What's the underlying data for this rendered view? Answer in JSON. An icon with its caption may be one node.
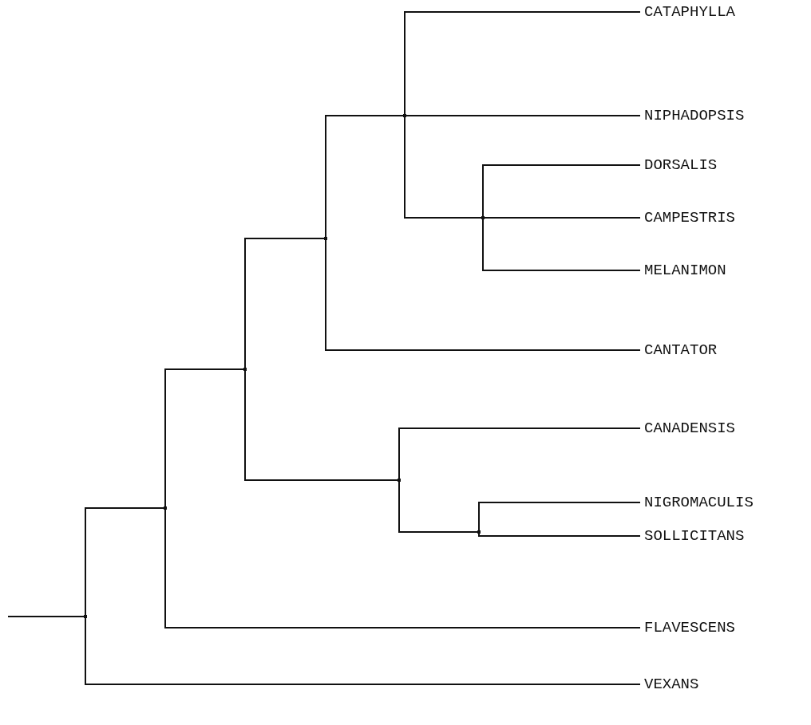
{
  "diagram": {
    "nodes": [
      {
        "text": [
          "CATAPHYLLA"
        ]
      },
      {
        "text": [
          "NIPHADOPSIS"
        ]
      },
      {
        "text": [
          "DORSALIS"
        ]
      },
      {
        "text": [
          "CAMPESTRIS"
        ]
      },
      {
        "text": [
          "MELANIMON"
        ]
      },
      {
        "text": [
          "CANTATOR"
        ]
      },
      {
        "text": [
          "CANADENSIS"
        ]
      },
      {
        "text": [
          "NIGROMACULIS"
        ]
      },
      {
        "text": [
          "SOLLICITANS"
        ]
      },
      {
        "text": [
          "FLAVESCENS"
        ]
      },
      {
        "text": [
          "VEXANS"
        ]
      },
      {
        "text": [],
        "shape": "point"
      },
      {
        "text": [],
        "shape": "point"
      },
      {
        "text": [],
        "shape": "point"
      },
      {
        "text": [],
        "shape": "point"
      },
      {
        "text": [],
        "shape": "point"
      },
      {
        "text": [],
        "shape": "point"
      },
      {
        "text": [],
        "shape": "point"
      },
      {
        "text": [],
        "shape": "point"
      }
    ],
    "edges": [
      {
        "from": null,
        "to": 11,
        "arrow": "none"
      },
      {
        "from": 11,
        "to": 12,
        "arrow": "none"
      },
      {
        "from": 11,
        "to": 10,
        "arrow": "none"
      },
      {
        "from": 12,
        "to": 13,
        "arrow": "none"
      },
      {
        "from": 12,
        "to": 9,
        "arrow": "none"
      },
      {
        "from": 13,
        "to": 14,
        "arrow": "none"
      },
      {
        "from": 13,
        "to": 15,
        "arrow": "none"
      },
      {
        "from": 14,
        "to": 16,
        "arrow": "none"
      },
      {
        "from": 14,
        "to": 5,
        "arrow": "none"
      },
      {
        "from": 16,
        "to": 0,
        "arrow": "none"
      },
      {
        "from": 16,
        "to": 1,
        "arrow": "none"
      },
      {
        "from": 16,
        "to": 18,
        "arrow": "none"
      },
      {
        "from": 18,
        "to": 2,
        "arrow": "none"
      },
      {
        "from": 18,
        "to": 3,
        "arrow": "none"
      },
      {
        "from": 18,
        "to": 4,
        "arrow": "none"
      },
      {
        "from": 15,
        "to": 6,
        "arrow": "none"
      },
      {
        "from": 15,
        "to": 17,
        "arrow": "none"
      },
      {
        "from": 17,
        "to": 7,
        "arrow": "none"
      },
      {
        "from": 17,
        "to": 8,
        "arrow": "none"
      }
    ]
  }
}
